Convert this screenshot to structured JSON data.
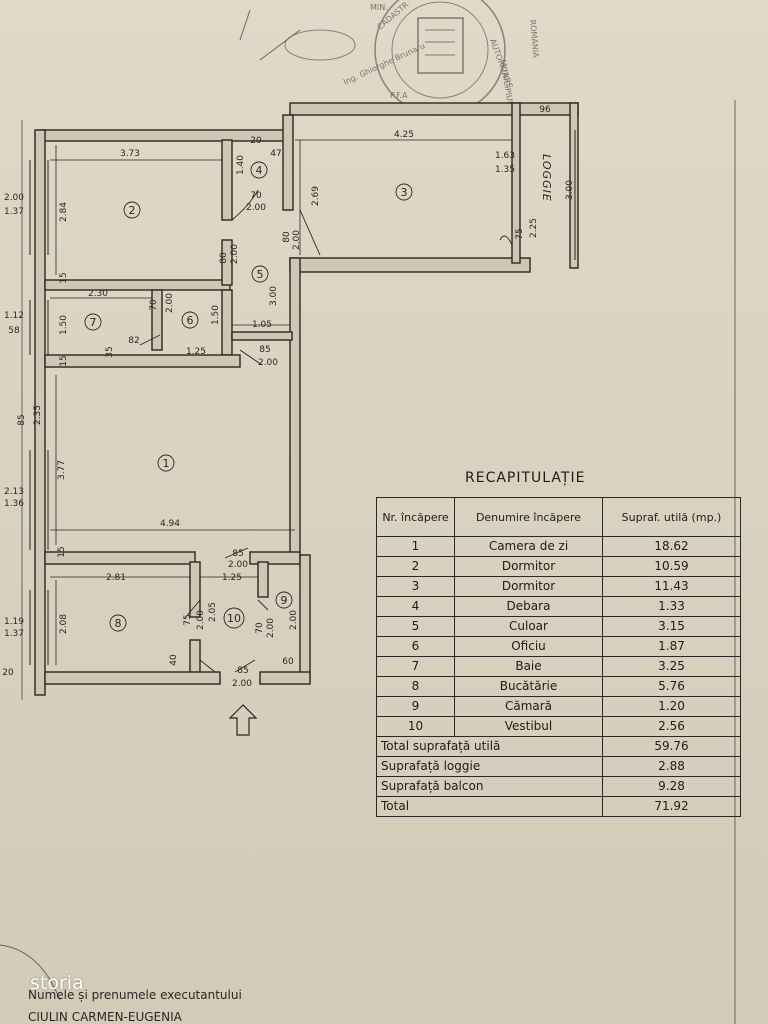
{
  "stamp": {
    "lines": [
      "MIN.",
      "CADASTR",
      "Ing. Ghiorghe Brunaru",
      "P.F.A",
      "AUTORIZARE",
      "MUNICIPIUL",
      "ROMANIA"
    ]
  },
  "plan": {
    "rooms": [
      "1",
      "2",
      "3",
      "4",
      "5",
      "6",
      "7",
      "8",
      "9",
      "10"
    ],
    "loggia_label": "LOGGIE",
    "dims": {
      "d_373": "3.73",
      "d_425": "4.25",
      "d_96": "96",
      "d_47": "47",
      "d_20": "20",
      "d_140": "1.40",
      "d_163": "1.63",
      "d_135": "1.35",
      "d_300_loggia": "3.00",
      "d_200_a": "2.00",
      "d_137_a": "1.37",
      "d_284": "2.84",
      "d_70_a": "70",
      "d_200_b": "2.00",
      "d_269": "2.69",
      "d_80_a": "80",
      "d_200_c": "2.00",
      "d_75": "75",
      "d_225": "2.25",
      "d_80_b": "80",
      "d_200_d": "2.00",
      "d_15_a": "15",
      "d_230": "2.30",
      "d_300_hall": "3.00",
      "d_112": "1.12",
      "d_58": "58",
      "d_150_a": "1.50",
      "d_70_b": "70",
      "d_200_e": "2.00",
      "d_150_b": "1.50",
      "d_105": "1.05",
      "d_82": "82",
      "d_35": "35",
      "d_125_a": "1.25",
      "d_85_a": "85",
      "d_200_f": "2.00",
      "d_15_b": "15",
      "d_85_b": "85",
      "d_235": "2.35",
      "d_377": "3.77",
      "d_213": "2.13",
      "d_136": "1.36",
      "d_494": "4.94",
      "d_15_c": "15",
      "d_85_c": "85",
      "d_200_g": "2.00",
      "d_281": "2.81",
      "d_125_b": "1.25",
      "d_119": "1.19",
      "d_137_b": "1.37",
      "d_208": "2.08",
      "d_75_b": "75",
      "d_200_h": "2.00",
      "d_205": "2.05",
      "d_70_c": "70",
      "d_200_i": "2.00",
      "d_200_j": "2.00",
      "d_40": "40",
      "d_60": "60",
      "d_85_d": "85",
      "d_200_k": "2.00",
      "d_20_b": "20"
    }
  },
  "recap": {
    "title": "RECAPITULAȚIE",
    "headers": {
      "nr": "Nr. încăpere",
      "name": "Denumire încăpere",
      "area": "Supraf. utilă (mp.)"
    },
    "rows": [
      {
        "nr": "1",
        "name": "Camera de zi",
        "area": "18.62"
      },
      {
        "nr": "2",
        "name": "Dormitor",
        "area": "10.59"
      },
      {
        "nr": "3",
        "name": "Dormitor",
        "area": "11.43"
      },
      {
        "nr": "4",
        "name": "Debara",
        "area": "1.33"
      },
      {
        "nr": "5",
        "name": "Culoar",
        "area": "3.15"
      },
      {
        "nr": "6",
        "name": "Oficiu",
        "area": "1.87"
      },
      {
        "nr": "7",
        "name": "Baie",
        "area": "3.25"
      },
      {
        "nr": "8",
        "name": "Bucătărie",
        "area": "5.76"
      },
      {
        "nr": "9",
        "name": "Cămară",
        "area": "1.20"
      },
      {
        "nr": "10",
        "name": "Vestibul",
        "area": "2.56"
      }
    ],
    "totals": [
      {
        "label": "Total suprafață utilă",
        "value": "59.76"
      },
      {
        "label": "Suprafață loggie",
        "value": "2.88"
      },
      {
        "label": "Suprafață balcon",
        "value": "9.28"
      },
      {
        "label": "Total",
        "value": "71.92"
      }
    ]
  },
  "watermark": "storia",
  "footer": {
    "line1": "Numele și prenumele executantului",
    "line2": "CIULIN CARMEN-EUGENIA"
  }
}
